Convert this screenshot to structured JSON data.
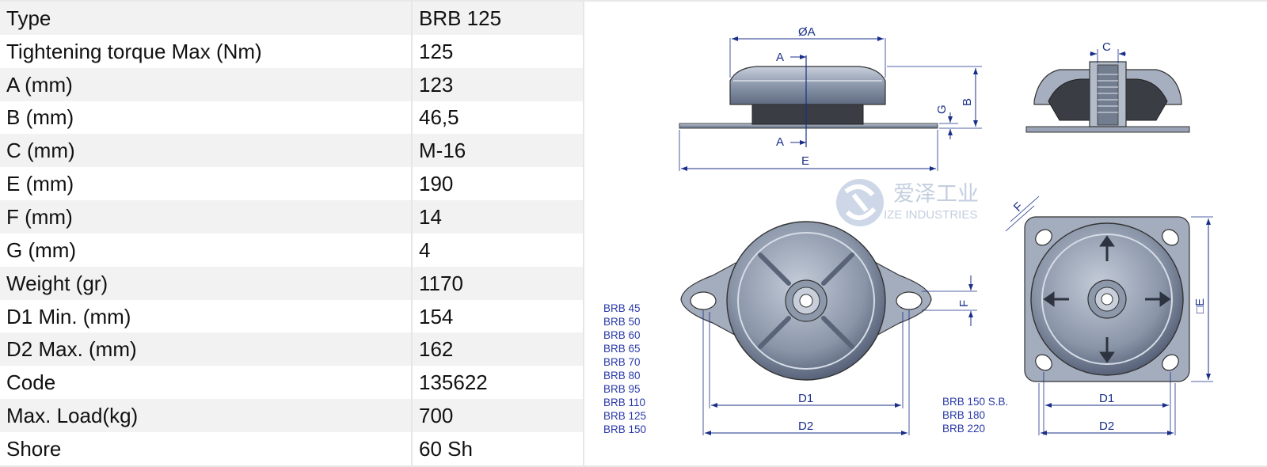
{
  "specs": {
    "rows": [
      {
        "label": "Type",
        "value": "BRB 125"
      },
      {
        "label": "Tightening torque Max (Nm)",
        "value": "125"
      },
      {
        "label": "A (mm)",
        "value": "123"
      },
      {
        "label": "B (mm)",
        "value": "46,5"
      },
      {
        "label": "C (mm)",
        "value": "M-16"
      },
      {
        "label": "E (mm)",
        "value": "190"
      },
      {
        "label": "F (mm)",
        "value": "14"
      },
      {
        "label": "G (mm)",
        "value": "4"
      },
      {
        "label": "Weight (gr)",
        "value": "1170"
      },
      {
        "label": "D1 Min. (mm)",
        "value": "154"
      },
      {
        "label": "D2 Max. (mm)",
        "value": "162"
      },
      {
        "label": "Code",
        "value": "135622"
      },
      {
        "label": "Max. Load(kg)",
        "value": "700"
      },
      {
        "label": "Shore",
        "value": "60 Sh"
      }
    ]
  },
  "drawing": {
    "dims": {
      "a_diameter": "ØA",
      "a_section_top": "A",
      "a_section_bottom": "A",
      "e": "E",
      "b": "B",
      "g": "G",
      "c": "C",
      "f_top": "F",
      "f_side": "F",
      "d1_left": "D1",
      "d2_left": "D2",
      "d1_right": "D1",
      "d2_right": "D2",
      "e_square": "□E"
    },
    "models_diamond": [
      "BRB 45",
      "BRB 50",
      "BRB 60",
      "BRB 65",
      "BRB 70",
      "BRB 80",
      "BRB 95",
      "BRB 110",
      "BRB 125",
      "BRB 150"
    ],
    "models_square": [
      "BRB 150 S.B.",
      "BRB 180",
      "BRB 220"
    ],
    "watermark": {
      "chinese": "爱泽工业",
      "english": "IZE INDUSTRIES"
    },
    "colors": {
      "dimension_line": "#1a2f8a",
      "metal": "#8e9aae",
      "rubber": "#3a3d44"
    }
  }
}
